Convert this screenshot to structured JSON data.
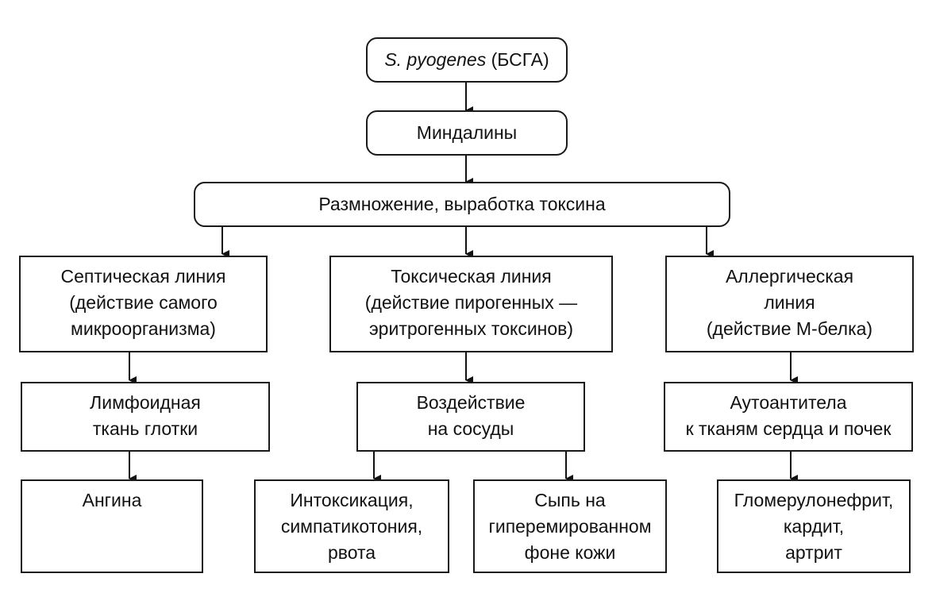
{
  "diagram": {
    "root": {
      "italic": "S. pyogenes",
      "rest": " (БСГА)"
    },
    "tonsils": "Миндалины",
    "reproduction": "Размножение, выработка токсина",
    "septic": {
      "title": [
        "Септическая линия",
        "(действие самого",
        "микроорганизма)"
      ],
      "step": [
        "Лимфоидная",
        "ткань глотки"
      ],
      "outcome": [
        "Ангина"
      ]
    },
    "toxic": {
      "title": [
        "Токсическая линия",
        "(действие пирогенных —",
        "эритрогенных токсинов)"
      ],
      "step": [
        "Воздействие",
        "на сосуды"
      ],
      "outcome_left": [
        "Интоксикация,",
        "симпатикотония,",
        "рвота"
      ],
      "outcome_right": [
        "Сыпь на",
        "гиперемированном",
        "фоне кожи"
      ]
    },
    "allergic": {
      "title": [
        "Аллергическая",
        "линия",
        "(действие М-белка)"
      ],
      "step": [
        "Аутоантитела",
        "к тканям сердца и почек"
      ],
      "outcome": [
        "Гломерулонефрит,",
        "кардит,",
        "артрит"
      ]
    }
  }
}
